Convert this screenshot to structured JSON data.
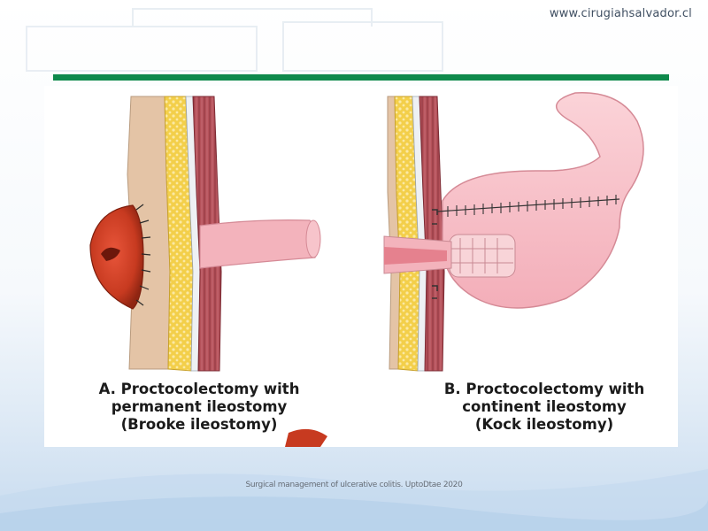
{
  "header": {
    "site_url": "www.cirugiahsalvador.cl"
  },
  "figure": {
    "panel_a": {
      "letter": "A.",
      "line1": "Proctocolectomy with",
      "line2": "permanent ileostomy",
      "line3": "(Brooke ileostomy)"
    },
    "panel_b": {
      "letter": "B.",
      "line1": "Proctocolectomy with",
      "line2": "continent ileostomy",
      "line3": "(Kock ileostomy)"
    }
  },
  "footer": {
    "citation": "Surgical management of ulcerative colitis. UptoDtae 2020"
  },
  "colors": {
    "accent_bar": "#0f8a4c",
    "skin": "#e4c4a6",
    "fat": "#f3cf4a",
    "muscle": "#b5525a",
    "ileum_pink": "#f3b3bc",
    "stoma_red": "#cc3d22"
  }
}
